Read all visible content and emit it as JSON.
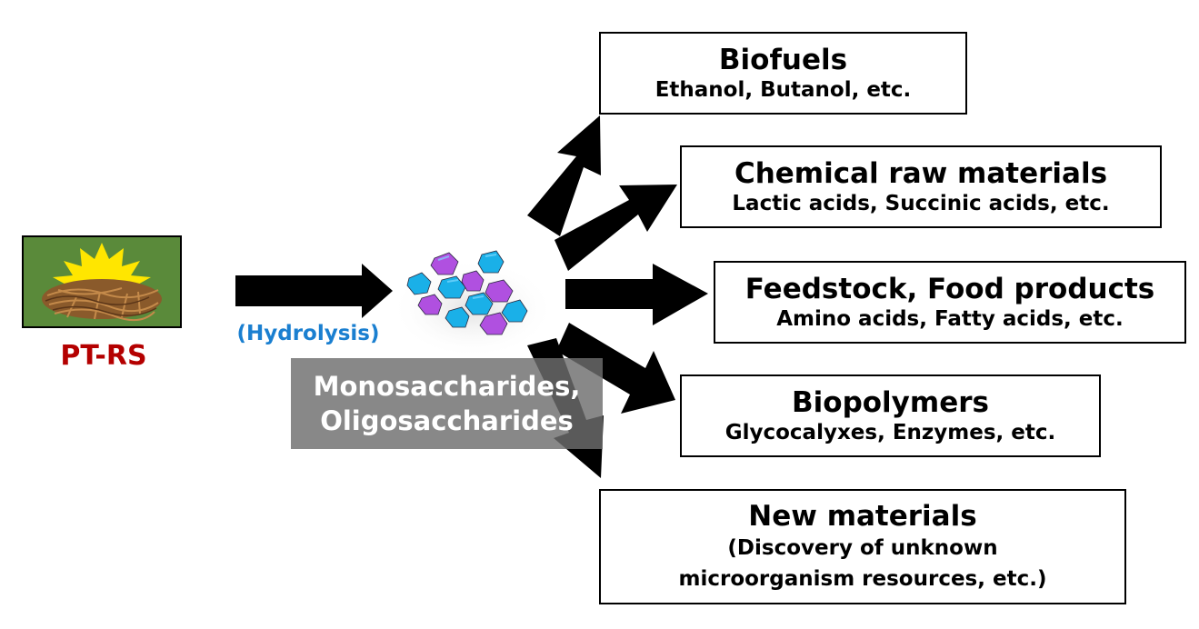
{
  "source": {
    "label": "PT-RS",
    "icon": "rice-straw-bale-icon"
  },
  "process": {
    "label": "(Hydrolysis)"
  },
  "intermediate": {
    "lines": [
      "Monosaccharides,",
      "Oligosaccharides"
    ],
    "icon": "sugar-molecules-icon"
  },
  "products": [
    {
      "title": "Biofuels",
      "subtitle": [
        "Ethanol, Butanol, etc."
      ]
    },
    {
      "title": "Chemical raw materials",
      "subtitle": [
        "Lactic acids, Succinic acids, etc."
      ]
    },
    {
      "title": "Feedstock, Food products",
      "subtitle": [
        "Amino acids, Fatty acids, etc."
      ]
    },
    {
      "title": "Biopolymers",
      "subtitle": [
        "Glycocalyxes, Enzymes, etc."
      ]
    },
    {
      "title": "New materials",
      "subtitle": [
        "(Discovery of unknown",
        "microorganism resources, etc.)"
      ]
    }
  ],
  "colors": {
    "source_label": "#b40000",
    "process_label": "#1a7fd0",
    "arrow": "#000000",
    "bale_bg": "#5a8a3a",
    "sun": "#ffe600",
    "straw": "#8a5a2b",
    "sugar_blue": "#1ab0e8",
    "sugar_purple": "#b050e0"
  }
}
